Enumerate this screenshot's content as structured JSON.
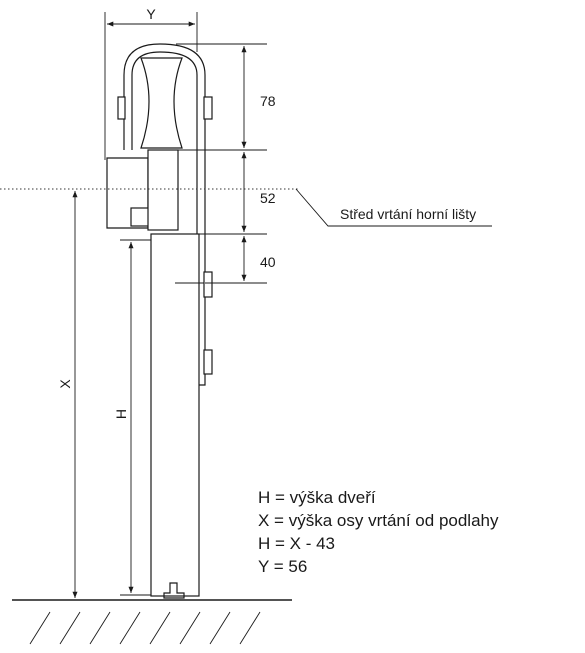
{
  "dimensions": {
    "y_label": "Y",
    "top_gap": "78",
    "middle_gap": "52",
    "lower_gap": "40",
    "x_label": "X",
    "h_label": "H"
  },
  "callout": {
    "label": "Střed vrtání horní lišty"
  },
  "legend": {
    "line1": "H = výška dveří",
    "line2": "X = výška osy vrtání od podlahy",
    "line3": "H = X - 43",
    "line4": "Y = 56"
  }
}
